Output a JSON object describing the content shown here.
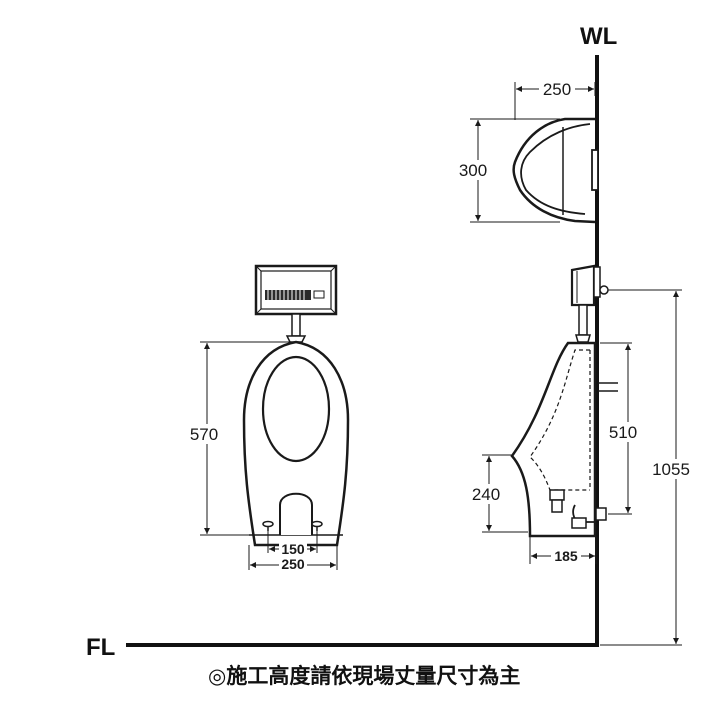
{
  "labels": {
    "wall": "WL",
    "floor": "FL",
    "note": "◎施工高度請依現場丈量尺寸為主"
  },
  "dimensions": {
    "top_width": "250",
    "top_height": "300",
    "front_height": "570",
    "front_hole_spacing": "150",
    "front_base_width": "250",
    "side_top_height": "510",
    "side_lip_height": "240",
    "side_flush_height": "1055",
    "side_depth": "185"
  },
  "colors": {
    "line": "#1a1a1a",
    "fill": "#ffffff"
  }
}
